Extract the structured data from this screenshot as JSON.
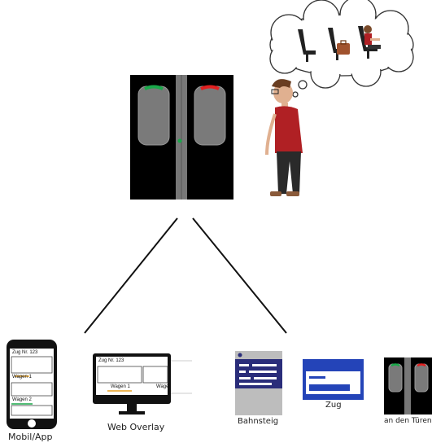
{
  "channels": [
    {
      "id": "mobile",
      "label": "Mobil/App"
    },
    {
      "id": "web",
      "label": "Web Overlay"
    },
    {
      "id": "platform",
      "label": "Bahnsteig"
    },
    {
      "id": "train",
      "label": "Zug"
    },
    {
      "id": "doors",
      "label": "an den Türen"
    }
  ],
  "mobile": {
    "train_no": "Zug Nr. 123",
    "car1": "Wagen 1",
    "car2": "Wagen 2"
  },
  "web": {
    "train_no": "Zug Nr. 123",
    "car1": "Wagen 1",
    "car2": "Wage"
  },
  "colors": {
    "door_green": "#1aa84a",
    "door_red": "#e02020",
    "platform_blue": "#2a2d7a",
    "train_blue": "#2444b8",
    "shirt": "#b02024",
    "bag": "#a0522d"
  }
}
